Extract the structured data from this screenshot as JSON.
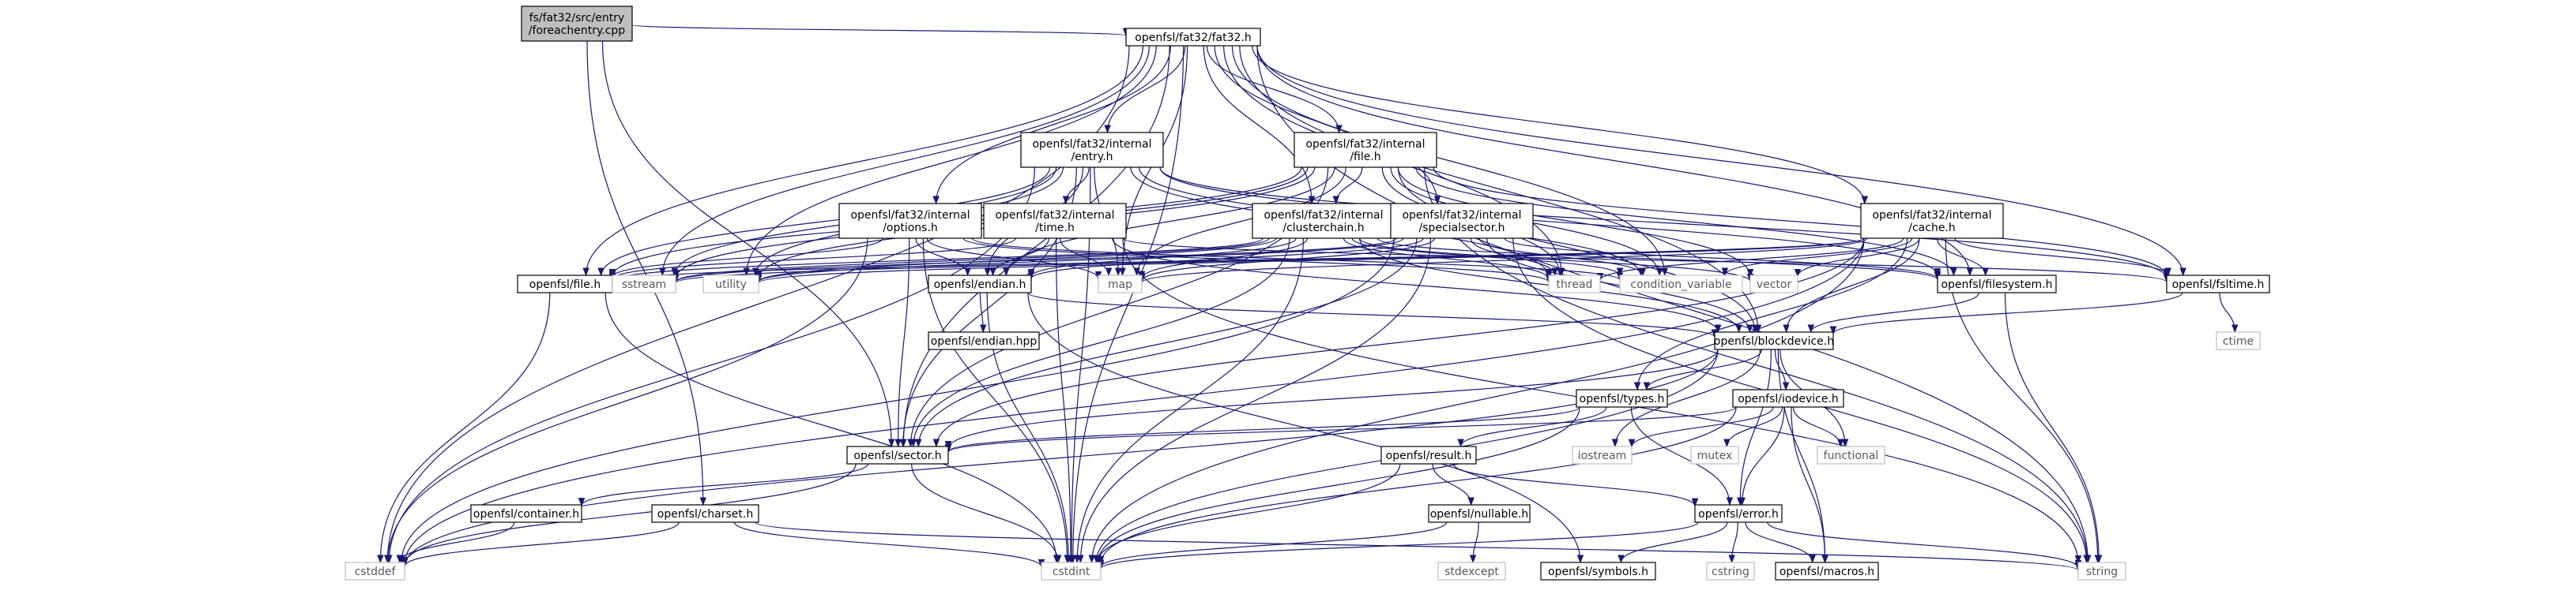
{
  "graph": {
    "nodes": [
      {
        "id": "root",
        "lines": [
          "fs/fat32/src/entry",
          "/foreachentry.cpp"
        ],
        "kind": "root"
      },
      {
        "id": "fat32",
        "lines": [
          "openfsl/fat32/fat32.h"
        ],
        "kind": "std"
      },
      {
        "id": "entry",
        "lines": [
          "openfsl/fat32/internal",
          "/entry.h"
        ],
        "kind": "std"
      },
      {
        "id": "ifile",
        "lines": [
          "openfsl/fat32/internal",
          "/file.h"
        ],
        "kind": "std"
      },
      {
        "id": "options",
        "lines": [
          "openfsl/fat32/internal",
          "/options.h"
        ],
        "kind": "std"
      },
      {
        "id": "time",
        "lines": [
          "openfsl/fat32/internal",
          "/time.h"
        ],
        "kind": "std"
      },
      {
        "id": "cchain",
        "lines": [
          "openfsl/fat32/internal",
          "/clusterchain.h"
        ],
        "kind": "std"
      },
      {
        "id": "special",
        "lines": [
          "openfsl/fat32/internal",
          "/specialsector.h"
        ],
        "kind": "std"
      },
      {
        "id": "cache",
        "lines": [
          "openfsl/fat32/internal",
          "/cache.h"
        ],
        "kind": "std"
      },
      {
        "id": "file",
        "lines": [
          "openfsl/file.h"
        ],
        "kind": "std"
      },
      {
        "id": "endian",
        "lines": [
          "openfsl/endian.h"
        ],
        "kind": "std"
      },
      {
        "id": "endianhpp",
        "lines": [
          "openfsl/endian.hpp"
        ],
        "kind": "std"
      },
      {
        "id": "filesystem",
        "lines": [
          "openfsl/filesystem.h"
        ],
        "kind": "std"
      },
      {
        "id": "fsltime",
        "lines": [
          "openfsl/fsltime.h"
        ],
        "kind": "std"
      },
      {
        "id": "blockdev",
        "lines": [
          "openfsl/blockdevice.h"
        ],
        "kind": "std"
      },
      {
        "id": "types",
        "lines": [
          "openfsl/types.h"
        ],
        "kind": "std"
      },
      {
        "id": "iodevice",
        "lines": [
          "openfsl/iodevice.h"
        ],
        "kind": "std"
      },
      {
        "id": "sector",
        "lines": [
          "openfsl/sector.h"
        ],
        "kind": "std"
      },
      {
        "id": "result",
        "lines": [
          "openfsl/result.h"
        ],
        "kind": "std"
      },
      {
        "id": "nullable",
        "lines": [
          "openfsl/nullable.h"
        ],
        "kind": "std"
      },
      {
        "id": "container",
        "lines": [
          "openfsl/container.h"
        ],
        "kind": "std"
      },
      {
        "id": "charset",
        "lines": [
          "openfsl/charset.h"
        ],
        "kind": "std"
      },
      {
        "id": "error",
        "lines": [
          "openfsl/error.h"
        ],
        "kind": "std"
      },
      {
        "id": "symbols",
        "lines": [
          "openfsl/symbols.h"
        ],
        "kind": "std"
      },
      {
        "id": "macros",
        "lines": [
          "openfsl/macros.h"
        ],
        "kind": "std"
      },
      {
        "id": "sstream",
        "lines": [
          "sstream"
        ],
        "kind": "sys"
      },
      {
        "id": "utility",
        "lines": [
          "utility"
        ],
        "kind": "sys"
      },
      {
        "id": "map",
        "lines": [
          "map"
        ],
        "kind": "sys"
      },
      {
        "id": "thread",
        "lines": [
          "thread"
        ],
        "kind": "sys"
      },
      {
        "id": "condvar",
        "lines": [
          "condition_variable"
        ],
        "kind": "sys"
      },
      {
        "id": "vector",
        "lines": [
          "vector"
        ],
        "kind": "sys"
      },
      {
        "id": "ctime",
        "lines": [
          "ctime"
        ],
        "kind": "sys"
      },
      {
        "id": "iostream",
        "lines": [
          "iostream"
        ],
        "kind": "sys"
      },
      {
        "id": "mutex",
        "lines": [
          "mutex"
        ],
        "kind": "sys"
      },
      {
        "id": "functional",
        "lines": [
          "functional"
        ],
        "kind": "sys"
      },
      {
        "id": "cstddef",
        "lines": [
          "cstddef"
        ],
        "kind": "sys"
      },
      {
        "id": "cstdint",
        "lines": [
          "cstdint"
        ],
        "kind": "sys"
      },
      {
        "id": "string",
        "lines": [
          "string"
        ],
        "kind": "sys"
      },
      {
        "id": "stdexcept",
        "lines": [
          "stdexcept"
        ],
        "kind": "sys"
      },
      {
        "id": "cstring",
        "lines": [
          "cstring"
        ],
        "kind": "sys"
      }
    ],
    "edges": [
      [
        "root",
        "fat32"
      ],
      [
        "root",
        "sector"
      ],
      [
        "root",
        "charset"
      ],
      [
        "fat32",
        "entry"
      ],
      [
        "fat32",
        "ifile"
      ],
      [
        "fat32",
        "options"
      ],
      [
        "fat32",
        "cchain"
      ],
      [
        "fat32",
        "special"
      ],
      [
        "fat32",
        "cache"
      ],
      [
        "fat32",
        "file"
      ],
      [
        "fat32",
        "sstream"
      ],
      [
        "fat32",
        "utility"
      ],
      [
        "fat32",
        "map"
      ],
      [
        "fat32",
        "thread"
      ],
      [
        "fat32",
        "condvar"
      ],
      [
        "fat32",
        "filesystem"
      ],
      [
        "fat32",
        "fsltime"
      ],
      [
        "fat32",
        "blockdev"
      ],
      [
        "fat32",
        "sector"
      ],
      [
        "fat32",
        "cstddef"
      ],
      [
        "fat32",
        "cstdint"
      ],
      [
        "fat32",
        "string"
      ],
      [
        "entry",
        "time"
      ],
      [
        "entry",
        "file"
      ],
      [
        "entry",
        "endian"
      ],
      [
        "entry",
        "sstream"
      ],
      [
        "entry",
        "utility"
      ],
      [
        "entry",
        "map"
      ],
      [
        "entry",
        "thread"
      ],
      [
        "entry",
        "condvar"
      ],
      [
        "entry",
        "filesystem"
      ],
      [
        "entry",
        "fsltime"
      ],
      [
        "entry",
        "sector"
      ],
      [
        "entry",
        "cstddef"
      ],
      [
        "entry",
        "cstdint"
      ],
      [
        "ifile",
        "cchain"
      ],
      [
        "ifile",
        "file"
      ],
      [
        "ifile",
        "endian"
      ],
      [
        "ifile",
        "sstream"
      ],
      [
        "ifile",
        "utility"
      ],
      [
        "ifile",
        "map"
      ],
      [
        "ifile",
        "thread"
      ],
      [
        "ifile",
        "condvar"
      ],
      [
        "ifile",
        "vector"
      ],
      [
        "ifile",
        "filesystem"
      ],
      [
        "ifile",
        "fsltime"
      ],
      [
        "ifile",
        "blockdev"
      ],
      [
        "ifile",
        "sector"
      ],
      [
        "ifile",
        "string"
      ],
      [
        "options",
        "file"
      ],
      [
        "options",
        "endian"
      ],
      [
        "options",
        "map"
      ],
      [
        "options",
        "thread"
      ],
      [
        "options",
        "condvar"
      ],
      [
        "options",
        "sector"
      ],
      [
        "options",
        "cstddef"
      ],
      [
        "options",
        "cstdint"
      ],
      [
        "time",
        "endian"
      ],
      [
        "time",
        "map"
      ],
      [
        "time",
        "fsltime"
      ],
      [
        "time",
        "blockdev"
      ],
      [
        "time",
        "cstdint"
      ],
      [
        "time",
        "string"
      ],
      [
        "time",
        "file"
      ],
      [
        "cchain",
        "endian"
      ],
      [
        "cchain",
        "map"
      ],
      [
        "cchain",
        "thread"
      ],
      [
        "cchain",
        "condvar"
      ],
      [
        "cchain",
        "vector"
      ],
      [
        "cchain",
        "filesystem"
      ],
      [
        "cchain",
        "blockdev"
      ],
      [
        "cchain",
        "sector"
      ],
      [
        "cchain",
        "cstdint"
      ],
      [
        "cchain",
        "file"
      ],
      [
        "cchain",
        "sstream"
      ],
      [
        "cchain",
        "utility"
      ],
      [
        "special",
        "endian"
      ],
      [
        "special",
        "map"
      ],
      [
        "special",
        "thread"
      ],
      [
        "special",
        "condvar"
      ],
      [
        "special",
        "filesystem"
      ],
      [
        "special",
        "blockdev"
      ],
      [
        "special",
        "sector"
      ],
      [
        "special",
        "cstdint"
      ],
      [
        "special",
        "cstddef"
      ],
      [
        "special",
        "string"
      ],
      [
        "special",
        "utility"
      ],
      [
        "special",
        "sstream"
      ],
      [
        "cache",
        "map"
      ],
      [
        "cache",
        "thread"
      ],
      [
        "cache",
        "condvar"
      ],
      [
        "cache",
        "vector"
      ],
      [
        "cache",
        "filesystem"
      ],
      [
        "cache",
        "fsltime"
      ],
      [
        "cache",
        "blockdev"
      ],
      [
        "cache",
        "types"
      ],
      [
        "cache",
        "sector"
      ],
      [
        "cache",
        "cstdint"
      ],
      [
        "cache",
        "cstddef"
      ],
      [
        "cache",
        "string"
      ],
      [
        "cache",
        "file"
      ],
      [
        "cache",
        "utility"
      ],
      [
        "cache",
        "sstream"
      ],
      [
        "file",
        "cstddef"
      ],
      [
        "file",
        "cstdint"
      ],
      [
        "endian",
        "endianhpp"
      ],
      [
        "endian",
        "cstdint"
      ],
      [
        "endian",
        "symbols"
      ],
      [
        "endian",
        "blockdev"
      ],
      [
        "filesystem",
        "blockdev"
      ],
      [
        "filesystem",
        "string"
      ],
      [
        "fsltime",
        "ctime"
      ],
      [
        "fsltime",
        "blockdev"
      ],
      [
        "blockdev",
        "types"
      ],
      [
        "blockdev",
        "iodevice"
      ],
      [
        "blockdev",
        "sector"
      ],
      [
        "blockdev",
        "iostream"
      ],
      [
        "blockdev",
        "functional"
      ],
      [
        "blockdev",
        "error"
      ],
      [
        "blockdev",
        "macros"
      ],
      [
        "blockdev",
        "cstdint"
      ],
      [
        "blockdev",
        "cstddef"
      ],
      [
        "types",
        "sector"
      ],
      [
        "types",
        "result"
      ],
      [
        "types",
        "error"
      ],
      [
        "types",
        "cstdint"
      ],
      [
        "iodevice",
        "iostream"
      ],
      [
        "iodevice",
        "mutex"
      ],
      [
        "iodevice",
        "functional"
      ],
      [
        "iodevice",
        "error"
      ],
      [
        "iodevice",
        "macros"
      ],
      [
        "iodevice",
        "sector"
      ],
      [
        "iodevice",
        "cstdint"
      ],
      [
        "sector",
        "container"
      ],
      [
        "sector",
        "cstddef"
      ],
      [
        "sector",
        "cstdint"
      ],
      [
        "result",
        "nullable"
      ],
      [
        "result",
        "error"
      ],
      [
        "result",
        "cstdint"
      ],
      [
        "nullable",
        "stdexcept"
      ],
      [
        "nullable",
        "cstdint"
      ],
      [
        "container",
        "cstddef"
      ],
      [
        "charset",
        "cstdint"
      ],
      [
        "charset",
        "string"
      ],
      [
        "charset",
        "cstddef"
      ],
      [
        "error",
        "symbols"
      ],
      [
        "error",
        "macros"
      ],
      [
        "error",
        "string"
      ],
      [
        "error",
        "cstring"
      ],
      [
        "error",
        "cstdint"
      ]
    ]
  }
}
